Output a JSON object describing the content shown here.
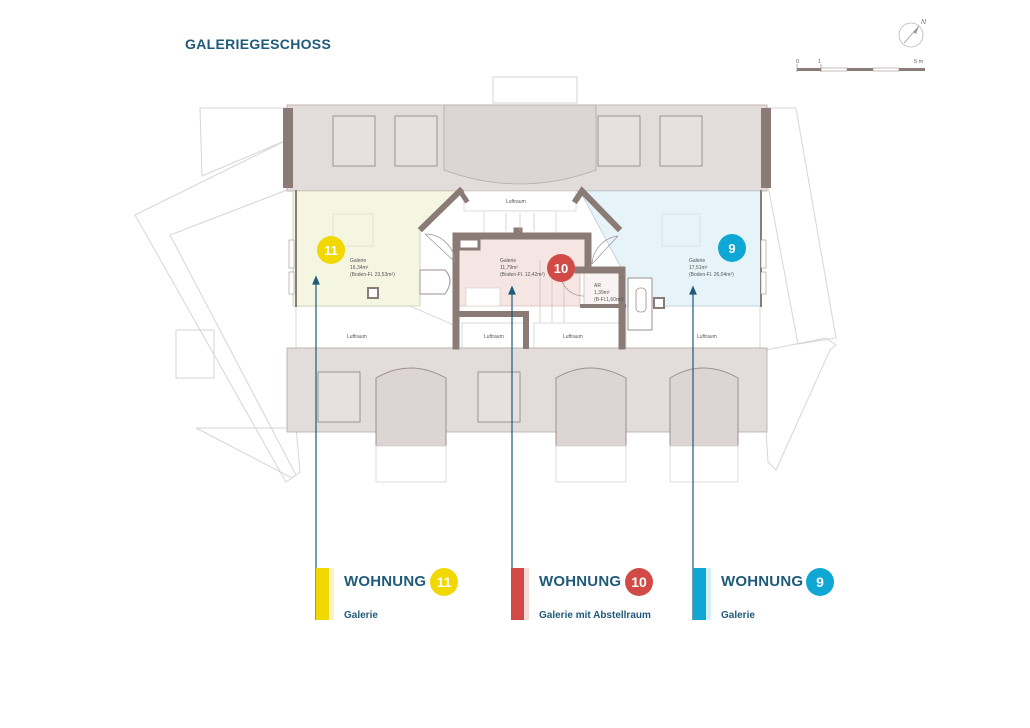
{
  "title": "GALERIEGESCHOSS",
  "north_label": "N",
  "scale": {
    "labels": [
      "0",
      "1",
      "5 m"
    ]
  },
  "colors": {
    "primary_text": "#1f5a7a",
    "wohnung_11": "#f0d800",
    "wohnung_10": "#d24a45",
    "wohnung_9": "#0fa8d4",
    "wall": "#8a7b76",
    "roof": "#e2dcda"
  },
  "plan": {
    "luftraum_top": "Luftraum",
    "luftraum_left": "Luftraum",
    "luftraum_center_left": "Luftraum",
    "luftraum_center_right": "Luftraum",
    "luftraum_right": "Luftraum"
  },
  "rooms": {
    "w11": {
      "number": "11",
      "name": "Galerie",
      "area": "16,34m²",
      "floor_area": "(Boden-Fl. 23,53m²)"
    },
    "w10": {
      "number": "10",
      "name": "Galerie",
      "area": "11,79m²",
      "floor_area": "(Boden-Fl. 12,42m²)"
    },
    "ar": {
      "name": "AR",
      "area": "1,39m²",
      "floor_area": "(B-Fl.1,60m²)"
    },
    "w9": {
      "number": "9",
      "name": "Galerie",
      "area": "17,51m²",
      "floor_area": "(Boden-Fl. 26,04m²)"
    }
  },
  "legend": [
    {
      "label": "WOHNUNG",
      "number": "11",
      "sub": "Galerie",
      "color": "#f0d800"
    },
    {
      "label": "WOHNUNG",
      "number": "10",
      "sub": "Galerie mit Abstellraum",
      "color": "#d24a45"
    },
    {
      "label": "WOHNUNG",
      "number": "9",
      "sub": "Galerie",
      "color": "#0fa8d4"
    }
  ]
}
